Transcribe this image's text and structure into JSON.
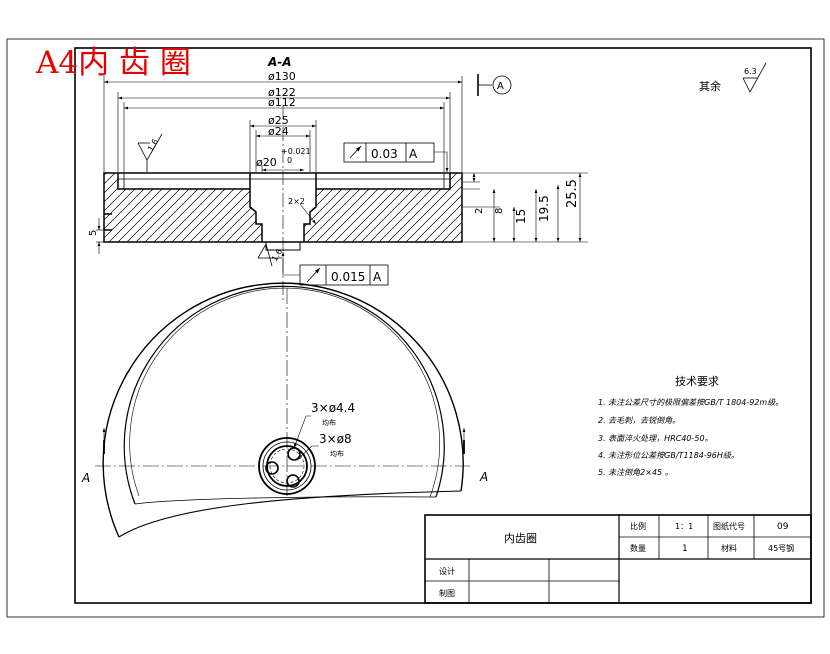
{
  "watermark": "A4内 齿 圈",
  "section": {
    "title": "A-A",
    "dia_130": "ø130",
    "dia_122": "ø122",
    "dia_112": "ø112",
    "dia_25": "ø25",
    "dia_24": "ø24",
    "dia_20": "ø20",
    "tol_upper": "+0.021",
    "tol_lower": "0",
    "chamfer": "2×2",
    "dim_5": "5",
    "dim_2": "2",
    "dim_8": "8",
    "dim_15": "15",
    "dim_19_5": "19.5",
    "dim_25_5": "25.5",
    "roughness_1": "1.6",
    "roughness_2": "1.6",
    "gtol_top_value": "0.03",
    "gtol_top_datum": "A",
    "gtol_bot_value": "0.015",
    "gtol_bot_datum": "A",
    "datum_label": "A"
  },
  "surface_rest": {
    "label": "其余",
    "value": "6.3"
  },
  "plan": {
    "hole_small": "3×ø4.4",
    "hole_small_note": "均布",
    "hole_large": "3×ø8",
    "hole_large_note": "均布",
    "section_mark_left": "A",
    "section_mark_right": "A"
  },
  "requirements": {
    "title": "技术要求",
    "items": [
      "1. 未注公差尺寸的极限偏差按GB/T 1804-92m级。",
      "2. 去毛刺，去锐倒角。",
      "3. 表面淬火处理，HRC40-50。",
      "4. 未注形位公差按GB/T1184-96H级。",
      "5. 未注倒角2×45 。"
    ]
  },
  "title_block": {
    "part_name": "内齿圈",
    "scale_label": "比例",
    "scale_value": "1：1",
    "drawing_no_label": "图纸代号",
    "drawing_no_value": "09",
    "qty_label": "数量",
    "qty_value": "1",
    "material_label": "材料",
    "material_value": "45号钢",
    "design_label": "设计",
    "draw_label": "制图"
  }
}
